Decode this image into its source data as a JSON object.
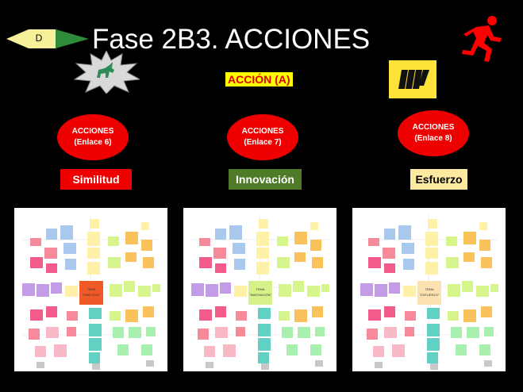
{
  "slide": {
    "title": "Fase 2B3. ACCIONES",
    "badge_label": "D",
    "action_label": "ACCIÓN (A)",
    "colors": {
      "background": "#000000",
      "accent_red": "#ee0000",
      "badge_green": "#2e8b3a",
      "badge_yellow": "#f6f09a",
      "action_highlight": "#ffff00",
      "miro_yellow": "#fde23a"
    }
  },
  "links": [
    {
      "title": "ACCIONES",
      "sub": "(Enlace 6)",
      "tag": "Similitud",
      "tag_bg": "#ee0000",
      "tag_fg": "#ffffff"
    },
    {
      "title": "ACCIONES",
      "sub": "(Enlace 7)",
      "tag": "Innovación",
      "tag_bg": "#4f7a28",
      "tag_fg": "#ffffff"
    },
    {
      "title": "ACCIONES",
      "sub": "(Enlace 8)",
      "tag": "Esfuerzo",
      "tag_bg": "#fde9a0",
      "tag_fg": "#000000"
    }
  ],
  "icons": [
    "running-person-icon",
    "unicorn-icon",
    "miro-logo-icon",
    "badge-arrow-icon"
  ],
  "boards": [
    {
      "center_line1": "TEMA",
      "center_line2": "\"SIMILITUD\"",
      "center_color": "#f05a28"
    },
    {
      "center_line1": "TEMA",
      "center_line2": "\"INNOVACIÓN\"",
      "center_color": "#d6f08a"
    },
    {
      "center_line1": "TEMA",
      "center_line2": "\"ESFUERZO\"",
      "center_color": "#fbe2b0"
    }
  ]
}
